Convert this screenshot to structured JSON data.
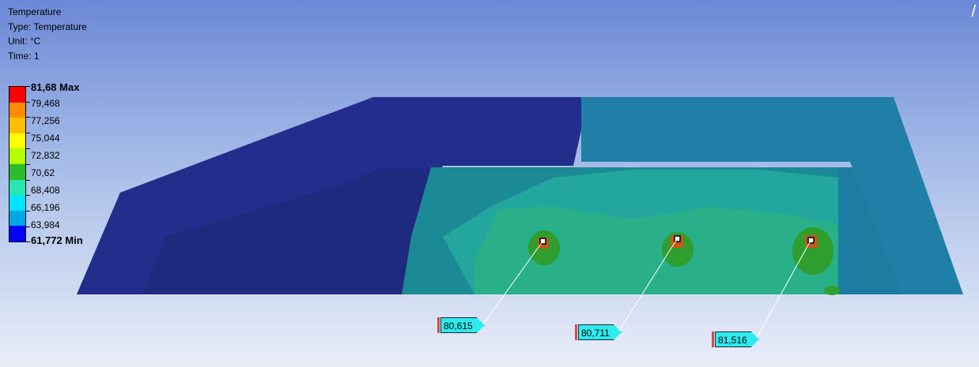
{
  "result": {
    "title": "Temperature",
    "type_line": "Type: Temperature",
    "unit_line": "Unit: °C",
    "time_line": "Time: 1"
  },
  "legend": {
    "max_label": "81,68 Max",
    "min_label": "61,772 Min",
    "labels": [
      "79,468",
      "77,256",
      "75,044",
      "72,832",
      "70,62",
      "68,408",
      "66,196",
      "63,984"
    ],
    "colors": [
      "#ff0000",
      "#ff8c00",
      "#ffbf00",
      "#ffff00",
      "#b3ff00",
      "#2bbd2b",
      "#29e6b0",
      "#00e5ff",
      "#00a6e6",
      "#0000ff"
    ]
  },
  "probes": [
    {
      "label": "80,615"
    },
    {
      "label": "80,711"
    },
    {
      "label": "81,516"
    }
  ],
  "corner_glyph": "/"
}
